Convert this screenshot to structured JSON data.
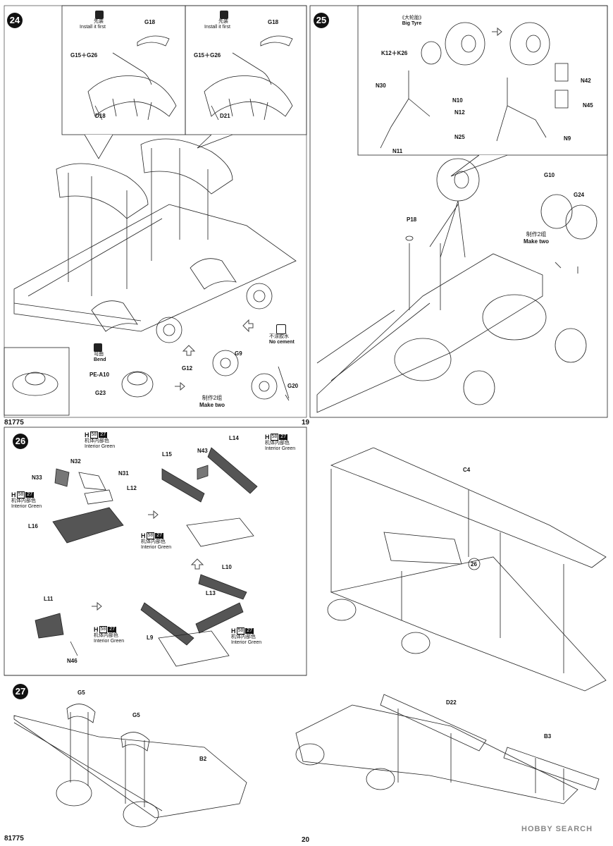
{
  "page_top": {
    "code": "81775",
    "page_number": "19"
  },
  "page_bottom": {
    "code": "81775",
    "page_number": "20"
  },
  "watermark": "HOBBY SEARCH",
  "step24": {
    "number": "24",
    "callout_left": {
      "cn": "先装",
      "en": "Install it first"
    },
    "callout_right": {
      "cn": "先装",
      "en": "Install it first"
    },
    "parts": {
      "g18a": "G18",
      "g15g26a": "G15＋G26",
      "d18": "D18",
      "g18b": "G18",
      "g15g26b": "G15＋G26",
      "d21": "D21",
      "g9": "G9",
      "g12": "G12",
      "g20": "G20",
      "g23": "G23"
    },
    "no_cement": {
      "cn": "不涂胶水",
      "en": "No cement"
    },
    "bend": {
      "cn": "弯曲",
      "en": "Bend",
      "part": "PE-A10"
    },
    "make_two": {
      "cn": "制作2组",
      "en": "Make two"
    }
  },
  "step25": {
    "number": "25",
    "big_tyre": {
      "cn": "《大轮胎》",
      "en": "Big Tyre"
    },
    "parts": {
      "k12k26": "K12＋K26",
      "n30": "N30",
      "n10": "N10",
      "n12": "N12",
      "n25": "N25",
      "n11": "N11",
      "n42": "N42",
      "n45": "N45",
      "n9": "N9",
      "g10": "G10",
      "g24": "G24",
      "p18": "P18"
    },
    "make_two": {
      "cn": "制作2组",
      "en": "Make two"
    }
  },
  "step26": {
    "number": "26",
    "paint": {
      "h": "H",
      "code": "58",
      "num": "27",
      "cn": "机体内部色",
      "en": "Interior Green"
    },
    "parts": {
      "n33": "N33",
      "n32": "N32",
      "n31": "N31",
      "l12": "L12",
      "l16": "L16",
      "l15": "L15",
      "n43": "N43",
      "l14": "L14",
      "l10": "L10",
      "l13": "L13",
      "l9": "L9",
      "l11": "L11",
      "n46": "N46",
      "c4": "C4",
      "ref26": "26"
    }
  },
  "step27": {
    "number": "27",
    "parts": {
      "g5a": "G5",
      "g5b": "G5",
      "b2": "B2",
      "d22": "D22",
      "b3": "B3"
    }
  }
}
